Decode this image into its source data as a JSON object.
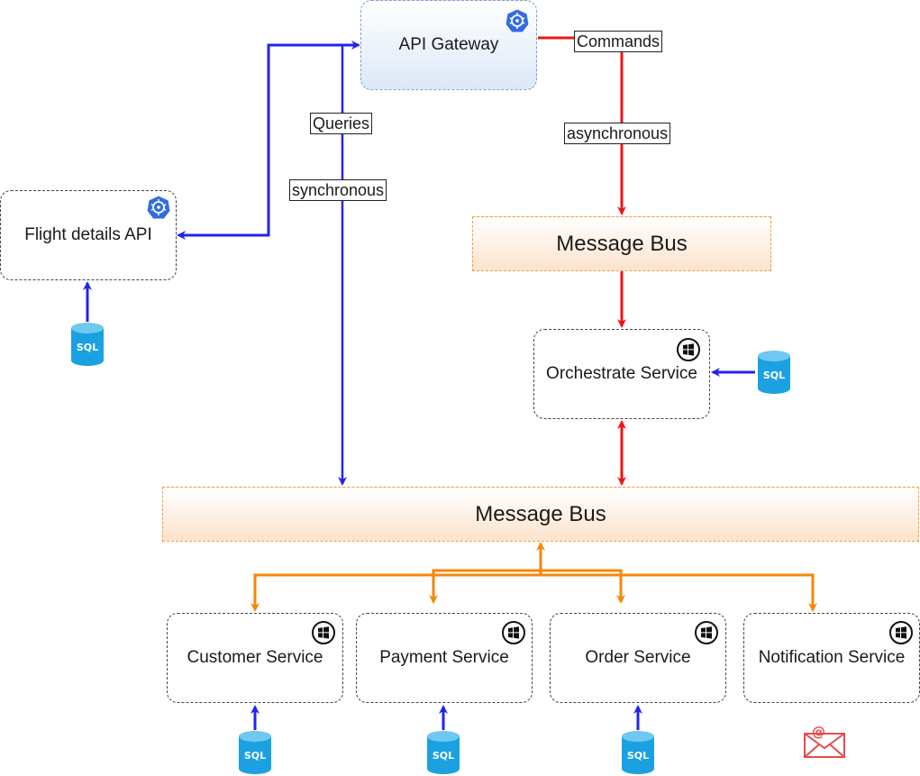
{
  "nodes": {
    "api_gateway": "API Gateway",
    "flight_details_api": "Flight details API",
    "orchestrate_service": "Orchestrate Service",
    "customer_service": "Customer Service",
    "payment_service": "Payment Service",
    "order_service": "Order Service",
    "notification_service": "Notification Service"
  },
  "buses": {
    "top": "Message Bus",
    "bottom": "Message Bus"
  },
  "edge_labels": {
    "commands": "Commands",
    "asynchronous": "asynchronous",
    "queries": "Queries",
    "synchronous": "synchronous"
  },
  "db_label": "SQL",
  "email_label": "@",
  "icons": {
    "gateway": "kubernetes-icon",
    "service": "windows-icon",
    "database": "sql-database-icon",
    "email": "email-icon"
  },
  "colors": {
    "queries_flow": "#2323f0",
    "commands_flow": "#f01414",
    "events_flow": "#f5870a",
    "database": "#1ba1e2",
    "email": "#e84a4a"
  }
}
